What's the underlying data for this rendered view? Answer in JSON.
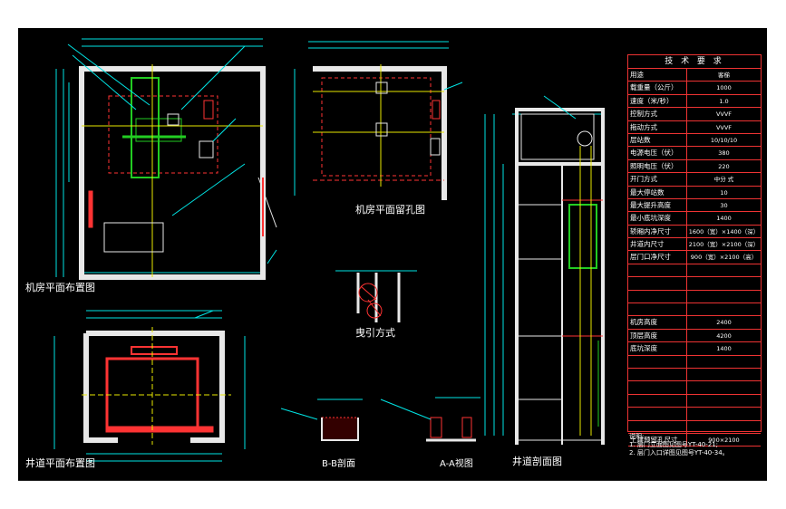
{
  "drawing": {
    "views": {
      "machine_room_layout": "机房平面布置图",
      "machine_room_holes": "机房平面留孔图",
      "traction_method": "曳引方式",
      "shaft_plan": "井道平面布置图",
      "section_bb": "B-B剖面",
      "view_aa": "A-A视图",
      "shaft_section": "井道剖面图"
    },
    "specs": {
      "title": "技 术 要 求",
      "rows": [
        {
          "k": "用途",
          "v": "客梯"
        },
        {
          "k": "载重量（公斤）",
          "v": "1000"
        },
        {
          "k": "速度（米/秒）",
          "v": "1.0"
        },
        {
          "k": "控制方式",
          "v": "VVVF"
        },
        {
          "k": "拖动方式",
          "v": "VVVF"
        },
        {
          "k": "层站数",
          "v": "10/10/10"
        },
        {
          "k": "电源电压（伏）",
          "v": "380"
        },
        {
          "k": "照明电压（伏）",
          "v": "220"
        },
        {
          "k": "开门方式",
          "v": "中分 式"
        },
        {
          "k": "最大停站数",
          "v": "10"
        },
        {
          "k": "最大提升高度",
          "v": "30"
        },
        {
          "k": "最小底坑深度",
          "v": "1400"
        },
        {
          "k": "轿厢内净尺寸",
          "v": "1600（宽）×1400（深）"
        },
        {
          "k": "井道内尺寸",
          "v": "2100（宽）×2100（深）"
        },
        {
          "k": "层门口净尺寸",
          "v": "900（宽）×2100（高）"
        },
        {
          "k": "",
          "v": ""
        },
        {
          "k": "",
          "v": ""
        },
        {
          "k": "",
          "v": ""
        },
        {
          "k": "",
          "v": ""
        },
        {
          "k": "机房高度",
          "v": "2400"
        },
        {
          "k": "顶层高度",
          "v": "4200"
        },
        {
          "k": "底坑深度",
          "v": "1400"
        },
        {
          "k": "",
          "v": ""
        },
        {
          "k": "",
          "v": ""
        },
        {
          "k": "",
          "v": ""
        },
        {
          "k": "",
          "v": ""
        },
        {
          "k": "",
          "v": ""
        },
        {
          "k": "",
          "v": ""
        },
        {
          "k": "土建预留孔尺寸",
          "v": "900×2100"
        }
      ]
    },
    "notes": {
      "head": "说明:",
      "line1": "1. 层门立面图见图号YT-40-21;",
      "line2": "2. 层门入口详图见图号YT-40-34。"
    },
    "colors": {
      "wall": "#e8e8e8",
      "red": "#ff3333",
      "green": "#22cc22",
      "yellow": "#e8e800",
      "cyan": "#00e5e5",
      "magenta": "#ff44ff"
    }
  }
}
